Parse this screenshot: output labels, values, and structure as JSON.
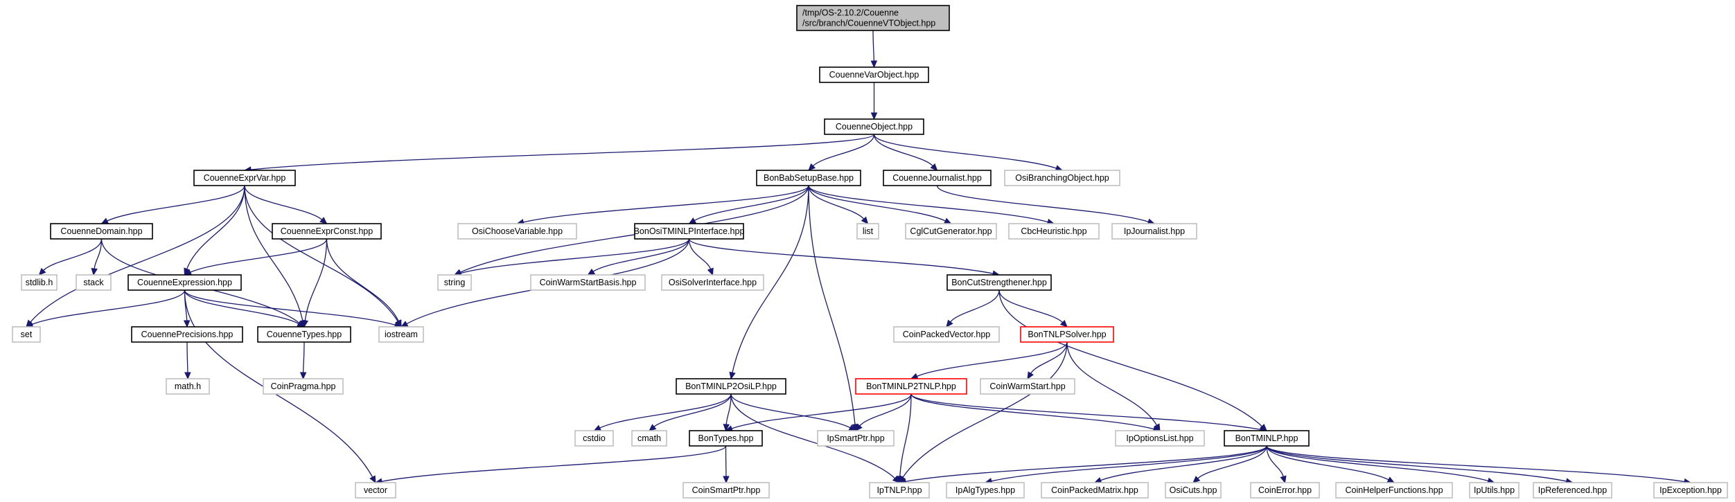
{
  "colors": {
    "edge": "#191970",
    "root_fill": "#bfbfbf",
    "node_border": "#000000",
    "external_border": "#bfbfbf",
    "truncated_border": "#ff0000",
    "background": "#ffffff"
  },
  "nodes": [
    {
      "id": "root",
      "lines": [
        "/tmp/OS-2.10.2/Couenne",
        "/src/branch/CouenneVTObject.hpp"
      ],
      "kind": "root"
    },
    {
      "id": "varobject",
      "lines": [
        "CouenneVarObject.hpp"
      ],
      "kind": "file"
    },
    {
      "id": "object",
      "lines": [
        "CouenneObject.hpp"
      ],
      "kind": "file"
    },
    {
      "id": "exprvar",
      "lines": [
        "CouenneExprVar.hpp"
      ],
      "kind": "file"
    },
    {
      "id": "babsetup",
      "lines": [
        "BonBabSetupBase.hpp"
      ],
      "kind": "file"
    },
    {
      "id": "journalist",
      "lines": [
        "CouenneJournalist.hpp"
      ],
      "kind": "file"
    },
    {
      "id": "osibranching",
      "lines": [
        "OsiBranchingObject.hpp"
      ],
      "kind": "external"
    },
    {
      "id": "domain",
      "lines": [
        "CouenneDomain.hpp"
      ],
      "kind": "file"
    },
    {
      "id": "exprconst",
      "lines": [
        "CouenneExprConst.hpp"
      ],
      "kind": "file"
    },
    {
      "id": "osichoose",
      "lines": [
        "OsiChooseVariable.hpp"
      ],
      "kind": "external"
    },
    {
      "id": "ositminlp",
      "lines": [
        "BonOsiTMINLPInterface.hpp"
      ],
      "kind": "file"
    },
    {
      "id": "list",
      "lines": [
        "list"
      ],
      "kind": "external"
    },
    {
      "id": "cglcut",
      "lines": [
        "CglCutGenerator.hpp"
      ],
      "kind": "external"
    },
    {
      "id": "cbcheur",
      "lines": [
        "CbcHeuristic.hpp"
      ],
      "kind": "external"
    },
    {
      "id": "ipjournalist",
      "lines": [
        "IpJournalist.hpp"
      ],
      "kind": "external"
    },
    {
      "id": "stdlib",
      "lines": [
        "stdlib.h"
      ],
      "kind": "external"
    },
    {
      "id": "stack",
      "lines": [
        "stack"
      ],
      "kind": "external"
    },
    {
      "id": "expression",
      "lines": [
        "CouenneExpression.hpp"
      ],
      "kind": "file"
    },
    {
      "id": "string",
      "lines": [
        "string"
      ],
      "kind": "external"
    },
    {
      "id": "coinwarmbasis",
      "lines": [
        "CoinWarmStartBasis.hpp"
      ],
      "kind": "external"
    },
    {
      "id": "osisolver",
      "lines": [
        "OsiSolverInterface.hpp"
      ],
      "kind": "external"
    },
    {
      "id": "cutstr",
      "lines": [
        "BonCutStrengthener.hpp"
      ],
      "kind": "file"
    },
    {
      "id": "set",
      "lines": [
        "set"
      ],
      "kind": "external"
    },
    {
      "id": "precisions",
      "lines": [
        "CouennePrecisions.hpp"
      ],
      "kind": "file"
    },
    {
      "id": "types",
      "lines": [
        "CouenneTypes.hpp"
      ],
      "kind": "file"
    },
    {
      "id": "iostream",
      "lines": [
        "iostream"
      ],
      "kind": "external"
    },
    {
      "id": "coinpackedvec",
      "lines": [
        "CoinPackedVector.hpp"
      ],
      "kind": "external"
    },
    {
      "id": "tnlpsolver",
      "lines": [
        "BonTNLPSolver.hpp"
      ],
      "kind": "truncated"
    },
    {
      "id": "mathh",
      "lines": [
        "math.h"
      ],
      "kind": "external"
    },
    {
      "id": "coinpragma",
      "lines": [
        "CoinPragma.hpp"
      ],
      "kind": "external"
    },
    {
      "id": "tminlp2osilp",
      "lines": [
        "BonTMINLP2OsiLP.hpp"
      ],
      "kind": "file"
    },
    {
      "id": "tminlp2tnlp",
      "lines": [
        "BonTMINLP2TNLP.hpp"
      ],
      "kind": "truncated"
    },
    {
      "id": "coinwarmstart",
      "lines": [
        "CoinWarmStart.hpp"
      ],
      "kind": "external"
    },
    {
      "id": "cstdio",
      "lines": [
        "cstdio"
      ],
      "kind": "external"
    },
    {
      "id": "cmath",
      "lines": [
        "cmath"
      ],
      "kind": "external"
    },
    {
      "id": "bontypes",
      "lines": [
        "BonTypes.hpp"
      ],
      "kind": "file"
    },
    {
      "id": "ipsmartptr",
      "lines": [
        "IpSmartPtr.hpp"
      ],
      "kind": "external"
    },
    {
      "id": "ipoptionslist",
      "lines": [
        "IpOptionsList.hpp"
      ],
      "kind": "external"
    },
    {
      "id": "tminlp",
      "lines": [
        "BonTMINLP.hpp"
      ],
      "kind": "file"
    },
    {
      "id": "vector",
      "lines": [
        "vector"
      ],
      "kind": "external"
    },
    {
      "id": "coinsmartptr",
      "lines": [
        "CoinSmartPtr.hpp"
      ],
      "kind": "external"
    },
    {
      "id": "iptnlp",
      "lines": [
        "IpTNLP.hpp"
      ],
      "kind": "external"
    },
    {
      "id": "ipalgtypes",
      "lines": [
        "IpAlgTypes.hpp"
      ],
      "kind": "external"
    },
    {
      "id": "coinpackedmatrix",
      "lines": [
        "CoinPackedMatrix.hpp"
      ],
      "kind": "external"
    },
    {
      "id": "osicuts",
      "lines": [
        "OsiCuts.hpp"
      ],
      "kind": "external"
    },
    {
      "id": "coinerror",
      "lines": [
        "CoinError.hpp"
      ],
      "kind": "external"
    },
    {
      "id": "coinhelper",
      "lines": [
        "CoinHelperFunctions.hpp"
      ],
      "kind": "external"
    },
    {
      "id": "iputils",
      "lines": [
        "IpUtils.hpp"
      ],
      "kind": "external"
    },
    {
      "id": "ipreferenced",
      "lines": [
        "IpReferenced.hpp"
      ],
      "kind": "external"
    },
    {
      "id": "ipexception",
      "lines": [
        "IpException.hpp"
      ],
      "kind": "external"
    }
  ],
  "edges": [
    [
      "root",
      "varobject"
    ],
    [
      "varobject",
      "object"
    ],
    [
      "object",
      "exprvar"
    ],
    [
      "object",
      "babsetup"
    ],
    [
      "object",
      "journalist"
    ],
    [
      "object",
      "osibranching"
    ],
    [
      "exprvar",
      "domain"
    ],
    [
      "exprvar",
      "exprconst"
    ],
    [
      "exprvar",
      "expression"
    ],
    [
      "exprvar",
      "types"
    ],
    [
      "exprvar",
      "set"
    ],
    [
      "exprvar",
      "iostream"
    ],
    [
      "domain",
      "stdlib"
    ],
    [
      "domain",
      "stack"
    ],
    [
      "domain",
      "types"
    ],
    [
      "exprconst",
      "expression"
    ],
    [
      "exprconst",
      "types"
    ],
    [
      "exprconst",
      "iostream"
    ],
    [
      "expression",
      "set"
    ],
    [
      "expression",
      "precisions"
    ],
    [
      "expression",
      "types"
    ],
    [
      "expression",
      "iostream"
    ],
    [
      "expression",
      "vector"
    ],
    [
      "precisions",
      "mathh"
    ],
    [
      "types",
      "coinpragma"
    ],
    [
      "journalist",
      "ipjournalist"
    ],
    [
      "babsetup",
      "osichoose"
    ],
    [
      "babsetup",
      "ositminlp"
    ],
    [
      "babsetup",
      "list"
    ],
    [
      "babsetup",
      "cglcut"
    ],
    [
      "babsetup",
      "cbcheur"
    ],
    [
      "babsetup",
      "string"
    ],
    [
      "babsetup",
      "tminlp2osilp"
    ],
    [
      "babsetup",
      "ipsmartptr"
    ],
    [
      "ositminlp",
      "string"
    ],
    [
      "ositminlp",
      "coinwarmbasis"
    ],
    [
      "ositminlp",
      "osisolver"
    ],
    [
      "ositminlp",
      "cutstr"
    ],
    [
      "ositminlp",
      "iostream"
    ],
    [
      "cutstr",
      "coinpackedvec"
    ],
    [
      "cutstr",
      "tnlpsolver"
    ],
    [
      "cutstr",
      "tminlp"
    ],
    [
      "tnlpsolver",
      "tminlp2tnlp"
    ],
    [
      "tnlpsolver",
      "coinwarmstart"
    ],
    [
      "tnlpsolver",
      "ipoptionslist"
    ],
    [
      "tnlpsolver",
      "iptnlp"
    ],
    [
      "tminlp2tnlp",
      "bontypes"
    ],
    [
      "tminlp2tnlp",
      "ipsmartptr"
    ],
    [
      "tminlp2tnlp",
      "iptnlp"
    ],
    [
      "tminlp2tnlp",
      "ipoptionslist"
    ],
    [
      "tminlp2tnlp",
      "tminlp"
    ],
    [
      "tminlp2osilp",
      "cstdio"
    ],
    [
      "tminlp2osilp",
      "cmath"
    ],
    [
      "tminlp2osilp",
      "bontypes"
    ],
    [
      "tminlp2osilp",
      "ipsmartptr"
    ],
    [
      "tminlp2osilp",
      "iptnlp"
    ],
    [
      "bontypes",
      "vector"
    ],
    [
      "bontypes",
      "coinsmartptr"
    ],
    [
      "tminlp",
      "iptnlp"
    ],
    [
      "tminlp",
      "ipalgtypes"
    ],
    [
      "tminlp",
      "coinpackedmatrix"
    ],
    [
      "tminlp",
      "osicuts"
    ],
    [
      "tminlp",
      "coinerror"
    ],
    [
      "tminlp",
      "coinhelper"
    ],
    [
      "tminlp",
      "iputils"
    ],
    [
      "tminlp",
      "ipreferenced"
    ],
    [
      "tminlp",
      "ipexception"
    ]
  ]
}
